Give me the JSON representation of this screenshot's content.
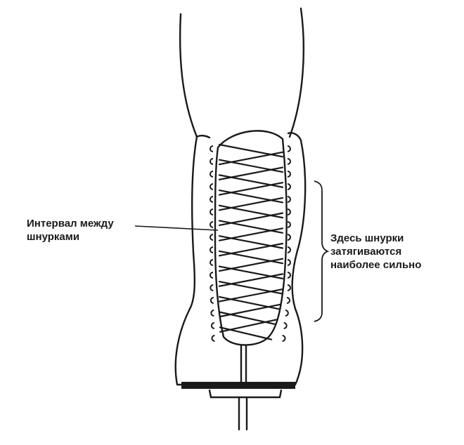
{
  "labels": {
    "interval_line1": "Интервал между",
    "interval_line2": "шнурками",
    "tight_line1": "Здесь шнурки",
    "tight_line2": "затягиваются",
    "tight_line3": "наиболее сильно"
  },
  "colors": {
    "ink": "#1a1a1a",
    "background": "#ffffff"
  }
}
